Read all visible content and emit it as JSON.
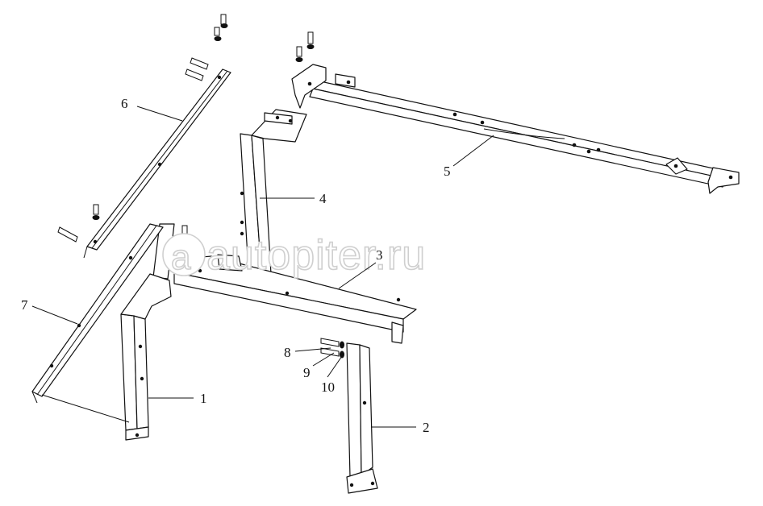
{
  "watermark": {
    "text": "autopiter.ru",
    "logo_glyph": "a"
  },
  "callouts": [
    {
      "id": "1",
      "label": "1"
    },
    {
      "id": "2",
      "label": "2"
    },
    {
      "id": "3",
      "label": "3"
    },
    {
      "id": "4",
      "label": "4"
    },
    {
      "id": "5",
      "label": "5"
    },
    {
      "id": "6",
      "label": "6"
    },
    {
      "id": "7",
      "label": "7"
    },
    {
      "id": "8",
      "label": "8"
    },
    {
      "id": "9",
      "label": "9"
    },
    {
      "id": "10",
      "label": "10"
    }
  ],
  "colors": {
    "line": "#111111",
    "background": "#ffffff",
    "watermark": "#cfcfcf"
  }
}
